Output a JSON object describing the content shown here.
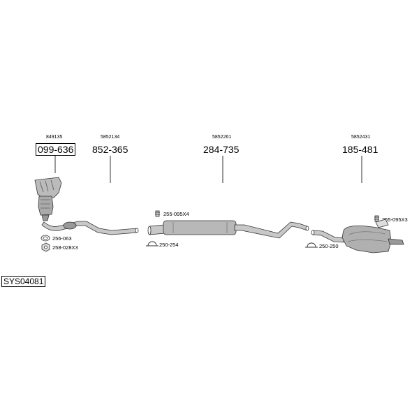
{
  "system_code": "SYS04081",
  "parts": [
    {
      "oem": "849135",
      "part_no": "099-636"
    },
    {
      "oem": "5852134",
      "part_no": "852-365"
    },
    {
      "oem": "5852261",
      "part_no": "284-735"
    },
    {
      "oem": "5852431",
      "part_no": "185-481"
    }
  ],
  "accessories": {
    "gasket_1": "256-063",
    "nut_1": "258-028X3",
    "bolt_mid": "255-095X4",
    "clamp_mid": "250-254",
    "bolt_rear": "255-095X3",
    "clamp_rear": "250-250"
  }
}
